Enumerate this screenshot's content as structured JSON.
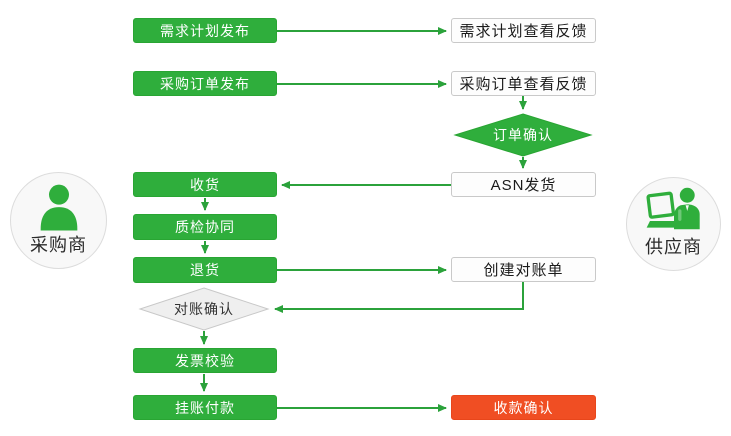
{
  "actors": {
    "buyer": {
      "label": "采购商",
      "icon": "person-icon"
    },
    "supplier": {
      "label": "供应商",
      "icon": "person-laptop-icon"
    }
  },
  "nodes": {
    "demand_plan_publish": {
      "label": "需求计划发布",
      "role": "buyer",
      "style": "green-process"
    },
    "demand_plan_feedback": {
      "label": "需求计划查看反馈",
      "role": "supplier",
      "style": "white-process"
    },
    "po_publish": {
      "label": "采购订单发布",
      "role": "buyer",
      "style": "green-process"
    },
    "po_feedback": {
      "label": "采购订单查看反馈",
      "role": "supplier",
      "style": "white-process"
    },
    "order_confirm": {
      "label": "订单确认",
      "role": "supplier",
      "style": "green-decision"
    },
    "receive_goods": {
      "label": "收货",
      "role": "buyer",
      "style": "green-process"
    },
    "asn_ship": {
      "label": "ASN发货",
      "role": "supplier",
      "style": "white-process"
    },
    "quality_collab": {
      "label": "质检协同",
      "role": "buyer",
      "style": "green-process"
    },
    "return_goods": {
      "label": "退货",
      "role": "buyer",
      "style": "green-process"
    },
    "create_statement": {
      "label": "创建对账单",
      "role": "supplier",
      "style": "white-process"
    },
    "reconcile_confirm": {
      "label": "对账确认",
      "role": "buyer",
      "style": "gray-decision"
    },
    "invoice_check": {
      "label": "发票校验",
      "role": "buyer",
      "style": "green-process"
    },
    "payment_on_account": {
      "label": "挂账付款",
      "role": "buyer",
      "style": "green-process"
    },
    "payment_confirm": {
      "label": "收款确认",
      "role": "supplier",
      "style": "red-process"
    }
  },
  "edges": [
    {
      "from": "demand_plan_publish",
      "to": "demand_plan_feedback"
    },
    {
      "from": "po_publish",
      "to": "po_feedback"
    },
    {
      "from": "po_feedback",
      "to": "order_confirm"
    },
    {
      "from": "order_confirm",
      "to": "asn_ship"
    },
    {
      "from": "asn_ship",
      "to": "receive_goods"
    },
    {
      "from": "receive_goods",
      "to": "quality_collab"
    },
    {
      "from": "quality_collab",
      "to": "return_goods"
    },
    {
      "from": "return_goods",
      "to": "create_statement"
    },
    {
      "from": "create_statement",
      "to": "reconcile_confirm"
    },
    {
      "from": "reconcile_confirm",
      "to": "invoice_check"
    },
    {
      "from": "invoice_check",
      "to": "payment_on_account"
    },
    {
      "from": "payment_on_account",
      "to": "payment_confirm"
    }
  ],
  "colors": {
    "process_green": "#2FAE3C",
    "process_green_border": "#29A533",
    "arrow_green": "#2BA23B",
    "terminal_red": "#F04E23",
    "white_box_border": "#C9C9C9",
    "gray_diamond_fill": "#EFEFEF",
    "gray_diamond_border": "#C8C8C8",
    "actor_circle_fill": "#F8F8F8",
    "actor_circle_border": "#DCDCDC"
  }
}
